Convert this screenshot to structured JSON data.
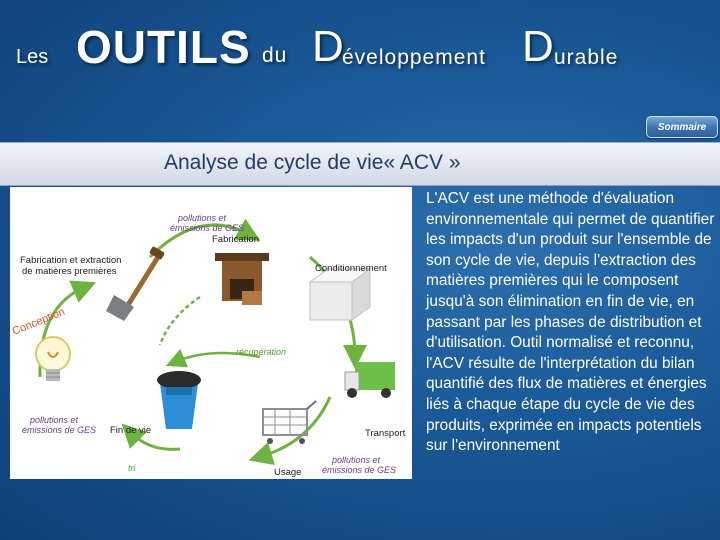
{
  "header": {
    "les": "Les",
    "outils": "OUTILS",
    "du": "du",
    "d1": "D",
    "dev": "éveloppement",
    "d2": "D",
    "urable": "urable"
  },
  "nav": {
    "sommaire_label": "Sommaire"
  },
  "subtitle": "Analyse de cycle de vie« ACV »",
  "diagram": {
    "pollutions_top_1": "pollutions et",
    "pollutions_top_2": "émissions de GES",
    "fabrication": "Fabrication",
    "fabrication_extraction_1": "Fabrication et extraction",
    "fabrication_extraction_2": "de matières premières",
    "conditionnement": "Conditionnement",
    "conception": "Conception",
    "recuperation": "récupération",
    "pollutions_left_1": "pollutions et",
    "pollutions_left_2": "émissions de GES",
    "fin_de_vie": "Fin de vie",
    "transport": "Transport",
    "tri": "tri",
    "usage": "Usage",
    "pollutions_bottom_1": "pollutions et",
    "pollutions_bottom_2": "émissions de GES",
    "colors": {
      "arrow_green": "#6cb33f",
      "label_blue": "#2f6aa3",
      "label_purple": "#6a3d8f",
      "label_green": "#5a9e2f",
      "conception_orange": "#d9541e"
    }
  },
  "body_text": "L'ACV est une méthode d'évaluation environnementale qui permet de quantifier les impacts d'un produit sur l'ensemble de son cycle de vie, depuis l'extraction des matières premières qui le composent jusqu'à son élimination en fin de vie, en passant par les phases de distribution et d'utilisation. Outil normalisé et reconnu, l'ACV résulte de l'interprétation du bilan quantifié des flux de matières et énergies liés à chaque étape du cycle de vie des produits, exprimée en impacts potentiels sur l'environnement"
}
